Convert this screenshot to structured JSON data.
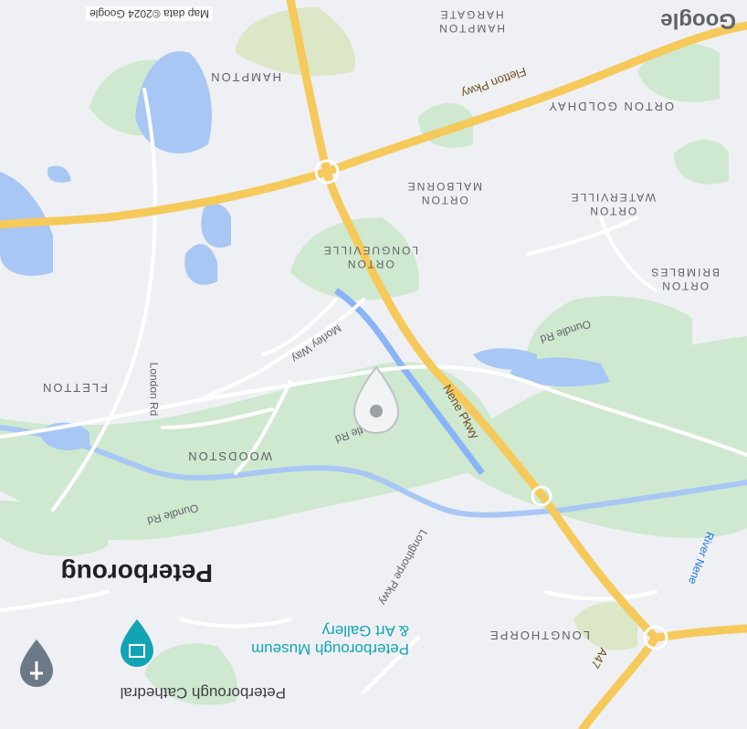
{
  "map": {
    "attribution": "Map data ©2024 Google",
    "logo": "Google",
    "areas": {
      "hampton_hargate": [
        "HAMPTON",
        "HARGATE"
      ],
      "hampton": "HAMPTON",
      "orton_goldhay": "ORTON GOLDHAY",
      "orton_malborne": [
        "ORTON",
        "MALBORNE"
      ],
      "orton_waterville": [
        "ORTON",
        "WATERVILLE"
      ],
      "orton_longueville": [
        "ORTON",
        "LONGUEVILLE"
      ],
      "orton_brimbles": [
        "ORTON",
        "BRIMBLES"
      ],
      "fletton": "FLETTON",
      "woodston": "WOODSTON",
      "longthorpe": "LONGTHORPE",
      "peterborough": "Peterboroug"
    },
    "roads": {
      "fletton_pkwy": "Fletton Pkwy",
      "nene_pkwy": "Nene Pkwy",
      "oundle_rd_east": "Oundle Rd",
      "oundle_rd_west": "Oundle Rd",
      "morley_way": "Morley Way",
      "london_rd": "London Rd",
      "longthorpe_pkwy": "Longthorpe Pkwy",
      "a47": "A47",
      "ostle_rd": "tle Rd"
    },
    "water": {
      "river_nene": "River Nene"
    },
    "pois": {
      "museum_line1": "Peterborough Museum",
      "museum_line2": "& Art Gallery",
      "cathedral": "Peterborough Cathedral"
    },
    "colors": {
      "land": "#eef0f3",
      "park": "#c8e6c9",
      "water": "#8ab4f8",
      "major_road": "#f6c95b",
      "minor_road": "#ffffff",
      "museum_pin": "#12a4b4",
      "cathedral_pin": "#6b7a86"
    }
  }
}
